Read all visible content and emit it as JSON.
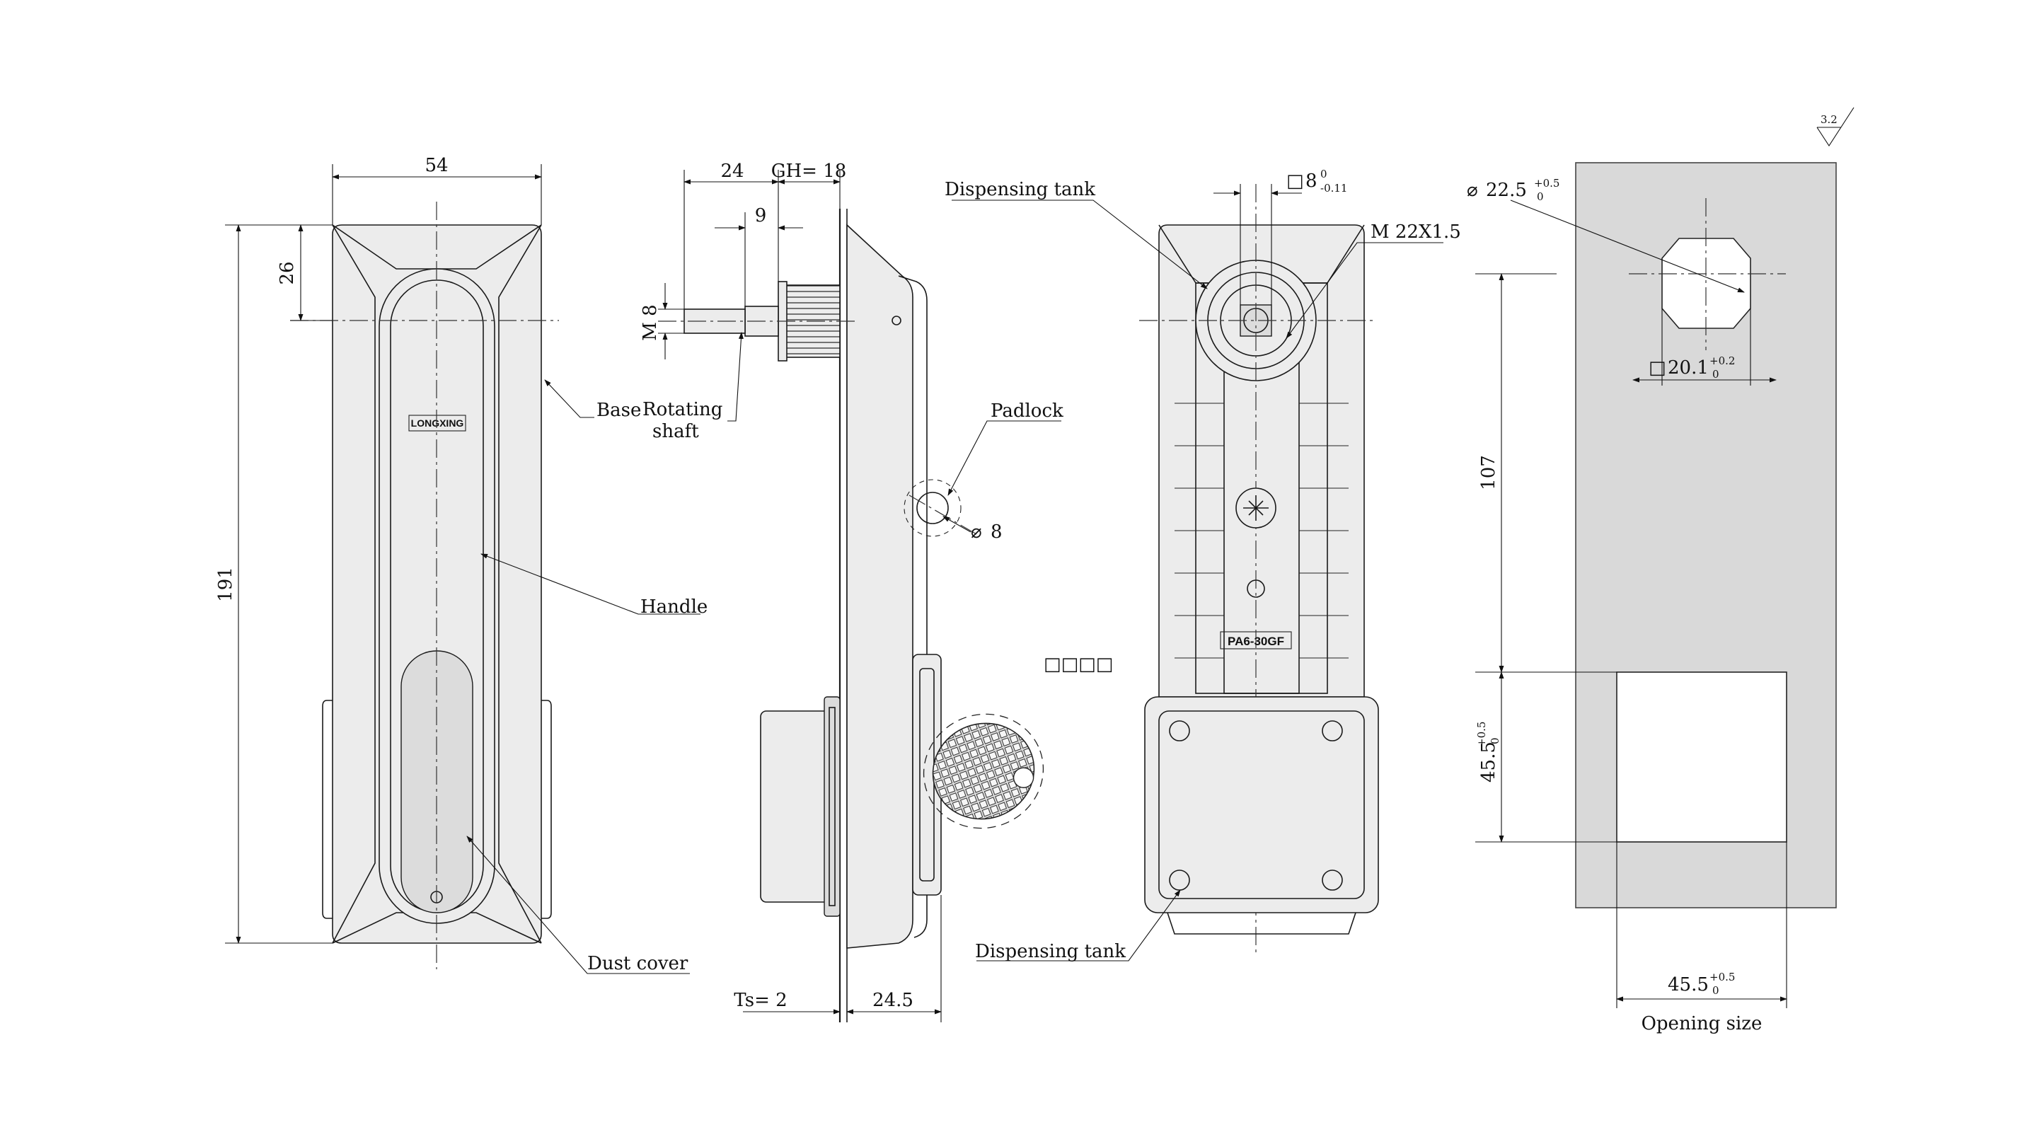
{
  "labels": {
    "base": "Base",
    "rotating_shaft_1": "Rotating",
    "rotating_shaft_2": "shaft",
    "handle": "Handle",
    "dust_cover": "Dust cover",
    "padlock": "Padlock",
    "dispensing_tank_top": "Dispensing tank",
    "dispensing_tank_bottom": "Dispensing tank",
    "thread": "M 22X1.5",
    "opening_size": "Opening size",
    "key_code": "□□□□"
  },
  "dimensions": {
    "width": "54",
    "top_offset": "26",
    "height": "191",
    "shaft_24": "24",
    "gh": "GH= 18",
    "shaft_9": "9",
    "m8": "M 8",
    "padlock_dia": "8",
    "ts": "Ts= 2",
    "depth": "24.5",
    "square_8": "8",
    "square_8_tol_upper": "0",
    "square_8_tol_lower": "-0.11",
    "hole_dia": "22.5",
    "hole_dia_tol_upper": "+0.5",
    "hole_dia_tol_lower": "0",
    "flat_20": "20.1",
    "flat_20_tol_upper": "+0.2",
    "flat_20_tol_lower": "0",
    "spacing_107": "107",
    "opening_h": "45.5",
    "opening_h_tol_upper": "+0.5",
    "opening_h_tol_lower": "0",
    "opening_w": "45.5",
    "opening_w_tol_upper": "+0.5",
    "opening_w_tol_lower": "0",
    "roughness": "3.2"
  },
  "markings": {
    "logo": "LONGXING",
    "material": "PA6-30GF"
  },
  "symbols": {
    "diameter": "⌀",
    "square": "□"
  }
}
